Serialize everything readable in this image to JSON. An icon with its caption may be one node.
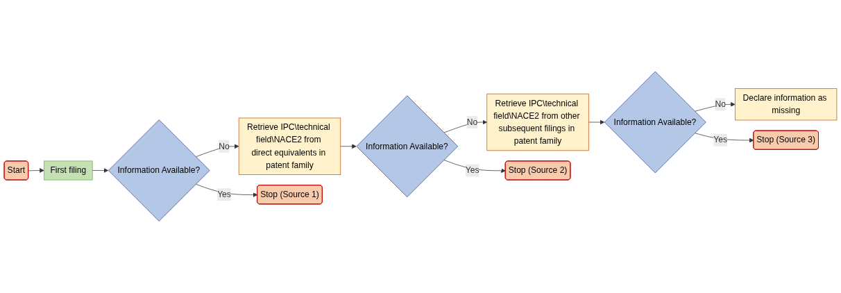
{
  "diagram": {
    "nodes": [
      {
        "text": [
          "Start"
        ]
      },
      {
        "text": [
          "First filing"
        ]
      },
      {
        "text": [
          "Retrieve IPC\\technical field\\NACE2 from direct equivalents in patent family"
        ]
      },
      {
        "text": [
          "Information Available?"
        ]
      },
      {
        "text": [
          "Stop (Source 1)"
        ]
      },
      {
        "text": [
          "Retrieve IPC\\technical field\\NACE2 from other subsequent filings in patent family"
        ]
      },
      {
        "text": [
          "Information Available?"
        ]
      },
      {
        "text": [
          "Stop (Source 2)"
        ]
      },
      {
        "text": [
          "Declare information as missing"
        ]
      },
      {
        "text": [
          "Information Available?"
        ]
      },
      {
        "text": [
          "Stop (Source 3)"
        ]
      }
    ],
    "edges": [
      {
        "from": 0,
        "to": 1,
        "arrow": "to"
      },
      {
        "from": 1,
        "to": 3,
        "arrow": "to"
      },
      {
        "from": 3,
        "to": 2,
        "label": "No",
        "arrow": "to"
      },
      {
        "from": 3,
        "to": 4,
        "label": "Yes",
        "arrow": "to"
      },
      {
        "from": 2,
        "to": 6,
        "arrow": "to"
      },
      {
        "from": 6,
        "to": 5,
        "label": "No",
        "arrow": "to"
      },
      {
        "from": 6,
        "to": 7,
        "label": "Yes",
        "arrow": "to"
      },
      {
        "from": 5,
        "to": 9,
        "arrow": "to"
      },
      {
        "from": 9,
        "to": 8,
        "label": "No",
        "arrow": "to"
      },
      {
        "from": 9,
        "to": 10,
        "label": "Yes",
        "arrow": "to"
      }
    ]
  }
}
